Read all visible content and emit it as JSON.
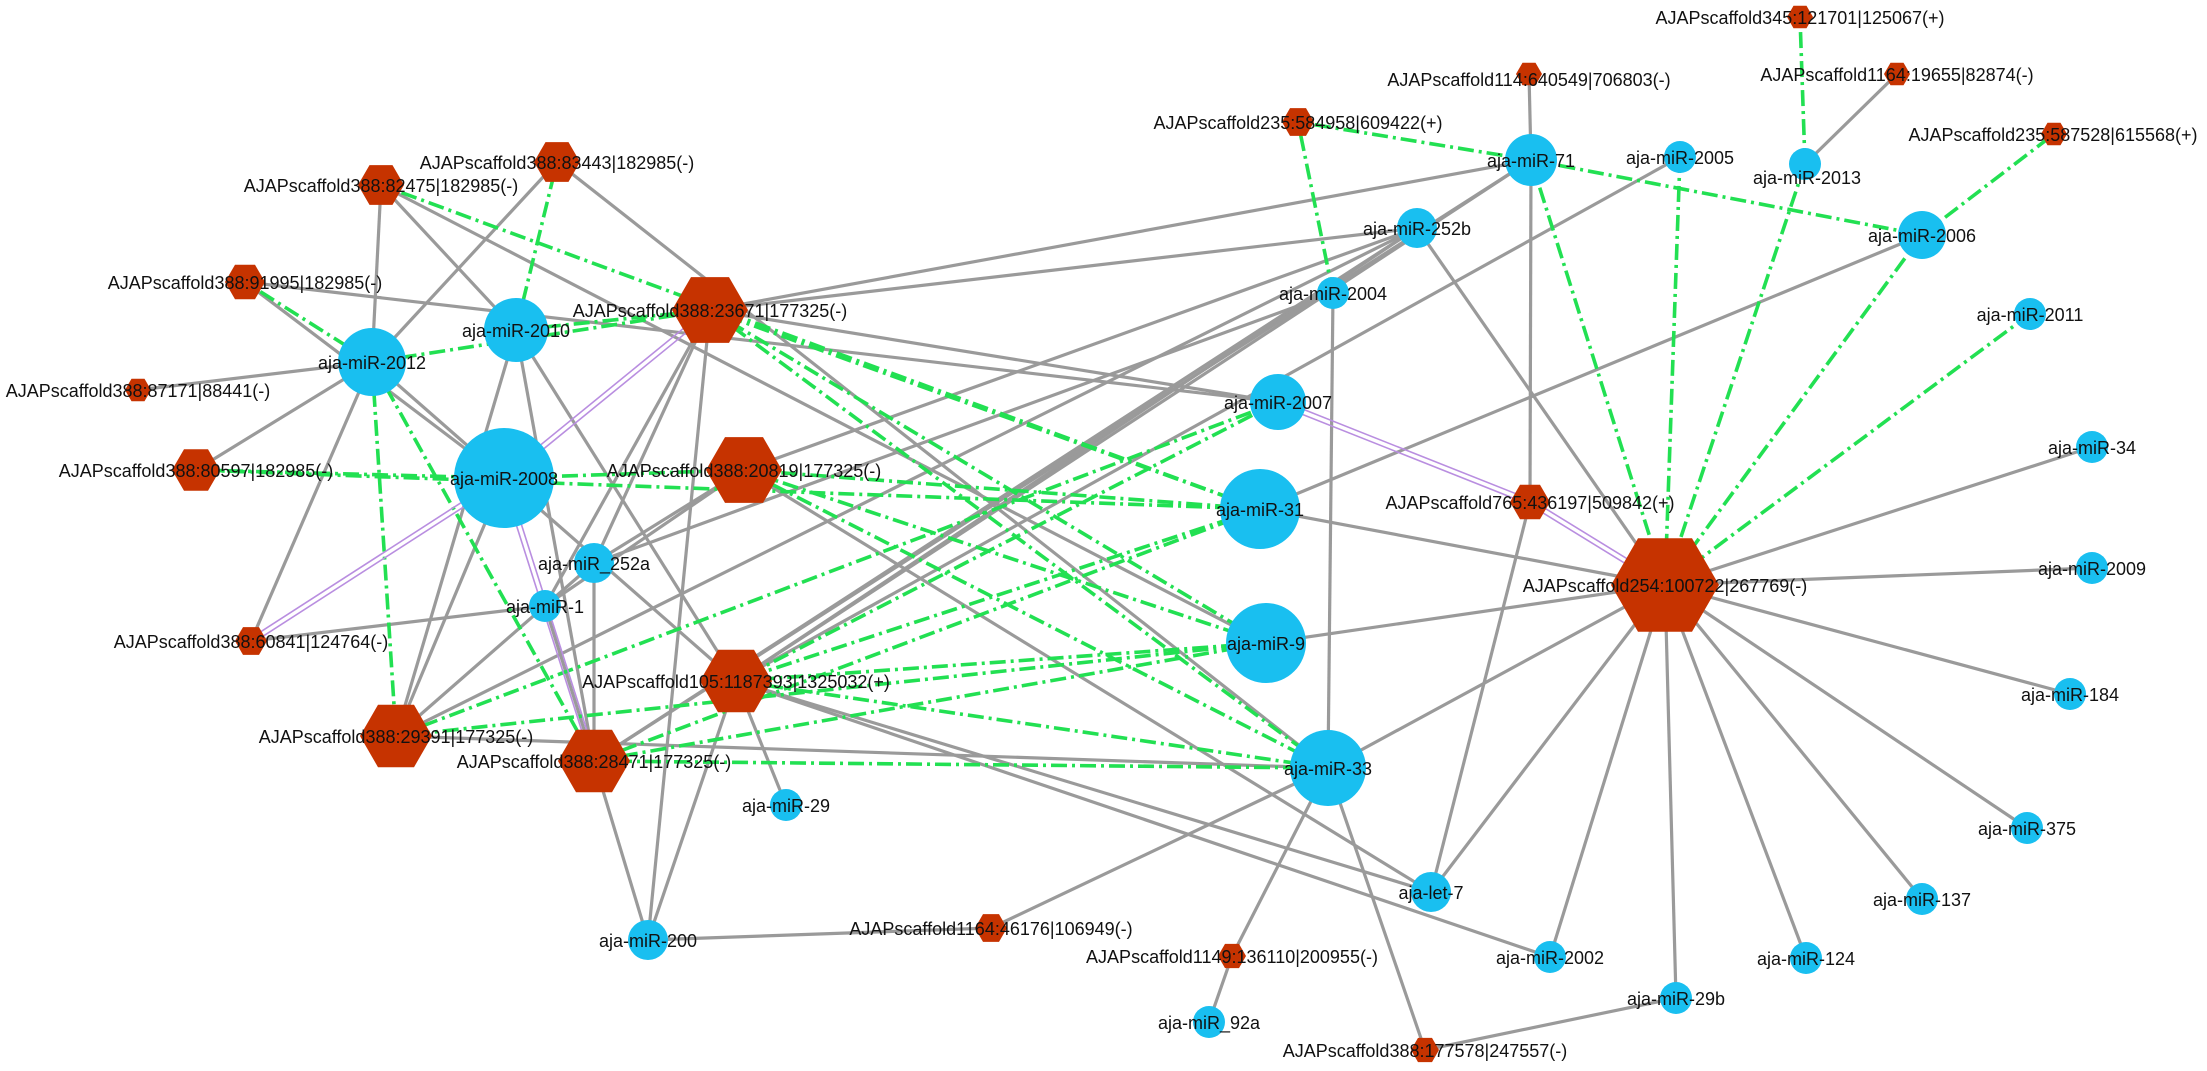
{
  "colors": {
    "mirna_node": "#19bff0",
    "scaffold_node": "#c63300",
    "gray_edge": "#9a9a9a",
    "green_edge": "#22e052",
    "purple_edge": "#b98ee0",
    "label": "#111111"
  },
  "node_shapes": {
    "mirna": "circle",
    "scaffold": "hexagon"
  },
  "edge_styles": {
    "gray": "solid",
    "green": "dash-dot",
    "purple": "double-line"
  },
  "nodes": [
    {
      "id": "m71",
      "label": "aja-miR-71",
      "kind": "mirna"
    },
    {
      "id": "m2005",
      "label": "aja-miR-2005",
      "kind": "mirna"
    },
    {
      "id": "m2013",
      "label": "aja-miR-2013",
      "kind": "mirna"
    },
    {
      "id": "m2006",
      "label": "aja-miR-2006",
      "kind": "mirna"
    },
    {
      "id": "m252b",
      "label": "aja-miR-252b",
      "kind": "mirna"
    },
    {
      "id": "m2004",
      "label": "aja-miR-2004",
      "kind": "mirna"
    },
    {
      "id": "m2011",
      "label": "aja-miR-2011",
      "kind": "mirna"
    },
    {
      "id": "m2010",
      "label": "aja-miR-2010",
      "kind": "mirna"
    },
    {
      "id": "m2012",
      "label": "aja-miR-2012",
      "kind": "mirna"
    },
    {
      "id": "m2007",
      "label": "aja-miR-2007",
      "kind": "mirna"
    },
    {
      "id": "m34",
      "label": "aja-miR-34",
      "kind": "mirna"
    },
    {
      "id": "m2008",
      "label": "aja-miR-2008",
      "kind": "mirna"
    },
    {
      "id": "m31",
      "label": "aja-miR-31",
      "kind": "mirna"
    },
    {
      "id": "m252a",
      "label": "aja-miR_252a",
      "kind": "mirna"
    },
    {
      "id": "m2009",
      "label": "aja-miR-2009",
      "kind": "mirna"
    },
    {
      "id": "m1",
      "label": "aja-miR-1",
      "kind": "mirna"
    },
    {
      "id": "m9",
      "label": "aja-miR-9",
      "kind": "mirna"
    },
    {
      "id": "m184",
      "label": "aja-miR-184",
      "kind": "mirna"
    },
    {
      "id": "m33",
      "label": "aja-miR-33",
      "kind": "mirna"
    },
    {
      "id": "m29",
      "label": "aja-miR-29",
      "kind": "mirna"
    },
    {
      "id": "m375",
      "label": "aja-miR-375",
      "kind": "mirna"
    },
    {
      "id": "let7",
      "label": "aja-let-7",
      "kind": "mirna"
    },
    {
      "id": "m137",
      "label": "aja-miR-137",
      "kind": "mirna"
    },
    {
      "id": "m200",
      "label": "aja-miR-200",
      "kind": "mirna"
    },
    {
      "id": "m2002",
      "label": "aja-miR-2002",
      "kind": "mirna"
    },
    {
      "id": "m124",
      "label": "aja-miR-124",
      "kind": "mirna"
    },
    {
      "id": "m29b",
      "label": "aja-miR-29b",
      "kind": "mirna"
    },
    {
      "id": "m92a",
      "label": "aja-miR_92a",
      "kind": "mirna"
    },
    {
      "id": "s345",
      "label": "AJAPscaffold345:121701|125067(+)",
      "kind": "scaffold"
    },
    {
      "id": "s114",
      "label": "AJAPscaffold114:640549|706803(-)",
      "kind": "scaffold"
    },
    {
      "id": "s1164a",
      "label": "AJAPscaffold1164:19655|82874(-)",
      "kind": "scaffold"
    },
    {
      "id": "s235a",
      "label": "AJAPscaffold235:584958|609422(+)",
      "kind": "scaffold"
    },
    {
      "id": "s235b",
      "label": "AJAPscaffold235:587528|615568(+)",
      "kind": "scaffold"
    },
    {
      "id": "s388_83443",
      "label": "AJAPscaffold388:83443|182985(-)",
      "kind": "scaffold"
    },
    {
      "id": "s388_82475",
      "label": "AJAPscaffold388:82475|182985(-)",
      "kind": "scaffold"
    },
    {
      "id": "s388_91995",
      "label": "AJAPscaffold388:91995|182985(-)",
      "kind": "scaffold"
    },
    {
      "id": "s388_23671",
      "label": "AJAPscaffold388:23671|177325(-)",
      "kind": "scaffold"
    },
    {
      "id": "s388_87171",
      "label": "AJAPscaffold388:87171|88441(-)",
      "kind": "scaffold"
    },
    {
      "id": "s388_80597",
      "label": "AJAPscaffold388:80597|182985(-)",
      "kind": "scaffold"
    },
    {
      "id": "s388_20819",
      "label": "AJAPscaffold388:20819|177325(-)",
      "kind": "scaffold"
    },
    {
      "id": "s765",
      "label": "AJAPscaffold765:436197|509842(+)",
      "kind": "scaffold"
    },
    {
      "id": "s254",
      "label": "AJAPscaffold254:100722|267769(-)",
      "kind": "scaffold"
    },
    {
      "id": "s388_60841",
      "label": "AJAPscaffold388:60841|124764(-)",
      "kind": "scaffold"
    },
    {
      "id": "s105",
      "label": "AJAPscaffold105:1187393|1325032(+)",
      "kind": "scaffold"
    },
    {
      "id": "s388_29391",
      "label": "AJAPscaffold388:29391|177325(-)",
      "kind": "scaffold"
    },
    {
      "id": "s388_28471",
      "label": "AJAPscaffold388:28471|177325(-)",
      "kind": "scaffold"
    },
    {
      "id": "s1164b",
      "label": "AJAPscaffold1164:46176|106949(-)",
      "kind": "scaffold"
    },
    {
      "id": "s1149",
      "label": "AJAPscaffold1149:136110|200955(-)",
      "kind": "scaffold"
    },
    {
      "id": "s388_177578",
      "label": "AJAPscaffold388:177578|247557(-)",
      "kind": "scaffold"
    }
  ],
  "edges": [
    {
      "source": "m71",
      "target": "s114",
      "style": "gray"
    },
    {
      "source": "m71",
      "target": "s765",
      "style": "gray"
    },
    {
      "source": "m71",
      "target": "s388_28471",
      "style": "gray"
    },
    {
      "source": "m71",
      "target": "s105",
      "style": "gray"
    },
    {
      "source": "m71",
      "target": "s388_23671",
      "style": "gray"
    },
    {
      "source": "m71",
      "target": "s235a",
      "style": "green"
    },
    {
      "source": "m71",
      "target": "m2006",
      "style": "green"
    },
    {
      "source": "m71",
      "target": "s254",
      "style": "green"
    },
    {
      "source": "m2005",
      "target": "s254",
      "style": "green"
    },
    {
      "source": "m2005",
      "target": "s105",
      "style": "gray"
    },
    {
      "source": "m2013",
      "target": "s345",
      "style": "green"
    },
    {
      "source": "m2013",
      "target": "s1164a",
      "style": "gray"
    },
    {
      "source": "m2013",
      "target": "s254",
      "style": "green"
    },
    {
      "source": "m2006",
      "target": "s235b",
      "style": "green"
    },
    {
      "source": "m2006",
      "target": "s254",
      "style": "green"
    },
    {
      "source": "m2006",
      "target": "m31",
      "style": "gray"
    },
    {
      "source": "m252b",
      "target": "s388_23671",
      "style": "gray"
    },
    {
      "source": "m252b",
      "target": "s388_20819",
      "style": "gray"
    },
    {
      "source": "m252b",
      "target": "s105",
      "style": "gray"
    },
    {
      "source": "m252b",
      "target": "s388_28471",
      "style": "gray"
    },
    {
      "source": "m252b",
      "target": "s388_29391",
      "style": "gray"
    },
    {
      "source": "m252b",
      "target": "s254",
      "style": "gray"
    },
    {
      "source": "m2004",
      "target": "s235a",
      "style": "green"
    },
    {
      "source": "m2004",
      "target": "m252a",
      "style": "gray"
    },
    {
      "source": "m2004",
      "target": "m33",
      "style": "gray"
    },
    {
      "source": "m2011",
      "target": "s254",
      "style": "green"
    },
    {
      "source": "m2010",
      "target": "s388_82475",
      "style": "gray"
    },
    {
      "source": "m2010",
      "target": "s388_83443",
      "style": "green"
    },
    {
      "source": "m2010",
      "target": "s388_23671",
      "style": "green"
    },
    {
      "source": "m2010",
      "target": "s105",
      "style": "gray"
    },
    {
      "source": "m2010",
      "target": "s388_29391",
      "style": "gray"
    },
    {
      "source": "m2010",
      "target": "s388_28471",
      "style": "gray"
    },
    {
      "source": "m2012",
      "target": "s388_91995",
      "style": "green"
    },
    {
      "source": "m2012",
      "target": "s388_82475",
      "style": "gray"
    },
    {
      "source": "m2012",
      "target": "s388_87171",
      "style": "gray"
    },
    {
      "source": "m2012",
      "target": "s388_80597",
      "style": "gray"
    },
    {
      "source": "m2012",
      "target": "s388_60841",
      "style": "gray"
    },
    {
      "source": "m2012",
      "target": "s388_83443",
      "style": "gray"
    },
    {
      "source": "m2012",
      "target": "s388_29391",
      "style": "green"
    },
    {
      "source": "m2012",
      "target": "s388_28471",
      "style": "green"
    },
    {
      "source": "m2012",
      "target": "s388_23671",
      "style": "green"
    },
    {
      "source": "m2012",
      "target": "s105",
      "style": "gray"
    },
    {
      "source": "m2007",
      "target": "s388_23671",
      "style": "gray"
    },
    {
      "source": "m2007",
      "target": "s765",
      "style": "purple"
    },
    {
      "source": "m2007",
      "target": "s388_29391",
      "style": "green"
    },
    {
      "source": "m2007",
      "target": "s105",
      "style": "green"
    },
    {
      "source": "m2007",
      "target": "s388_91995",
      "style": "gray"
    },
    {
      "source": "m34",
      "target": "s254",
      "style": "gray"
    },
    {
      "source": "m2008",
      "target": "s388_80597",
      "style": "green"
    },
    {
      "source": "m2008",
      "target": "s388_91995",
      "style": "gray"
    },
    {
      "source": "m2008",
      "target": "s388_60841",
      "style": "purple"
    },
    {
      "source": "m2008",
      "target": "s388_28471",
      "style": "purple"
    },
    {
      "source": "m2008",
      "target": "s388_29391",
      "style": "gray"
    },
    {
      "source": "m2008",
      "target": "s388_20819",
      "style": "green"
    },
    {
      "source": "m2008",
      "target": "s388_23671",
      "style": "purple"
    },
    {
      "source": "m31",
      "target": "s388_20819",
      "style": "green"
    },
    {
      "source": "m31",
      "target": "s388_23671",
      "style": "green"
    },
    {
      "source": "m31",
      "target": "s105",
      "style": "green"
    },
    {
      "source": "m31",
      "target": "s388_28471",
      "style": "green"
    },
    {
      "source": "m31",
      "target": "s388_80597",
      "style": "green"
    },
    {
      "source": "m31",
      "target": "s388_82475",
      "style": "green"
    },
    {
      "source": "m31",
      "target": "s254",
      "style": "gray"
    },
    {
      "source": "m252a",
      "target": "s388_20819",
      "style": "gray"
    },
    {
      "source": "m252a",
      "target": "s388_23671",
      "style": "gray"
    },
    {
      "source": "m252a",
      "target": "s388_28471",
      "style": "gray"
    },
    {
      "source": "m252a",
      "target": "s388_29391",
      "style": "gray"
    },
    {
      "source": "m2009",
      "target": "s254",
      "style": "gray"
    },
    {
      "source": "m1",
      "target": "s388_23671",
      "style": "gray"
    },
    {
      "source": "m1",
      "target": "s388_20819",
      "style": "gray"
    },
    {
      "source": "m1",
      "target": "s388_60841",
      "style": "gray"
    },
    {
      "source": "m1",
      "target": "s388_28471",
      "style": "gray"
    },
    {
      "source": "m9",
      "target": "s388_20819",
      "style": "green"
    },
    {
      "source": "m9",
      "target": "s105",
      "style": "green"
    },
    {
      "source": "m9",
      "target": "s388_28471",
      "style": "green"
    },
    {
      "source": "m9",
      "target": "s388_29391",
      "style": "green"
    },
    {
      "source": "m9",
      "target": "s388_23671",
      "style": "green"
    },
    {
      "source": "m9",
      "target": "s388_82475",
      "style": "gray"
    },
    {
      "source": "m9",
      "target": "s254",
      "style": "gray"
    },
    {
      "source": "m184",
      "target": "s254",
      "style": "gray"
    },
    {
      "source": "m33",
      "target": "s388_28471",
      "style": "green"
    },
    {
      "source": "m33",
      "target": "s105",
      "style": "green"
    },
    {
      "source": "m33",
      "target": "s388_20819",
      "style": "green"
    },
    {
      "source": "m33",
      "target": "s388_23671",
      "style": "green"
    },
    {
      "source": "m33",
      "target": "s388_29391",
      "style": "gray"
    },
    {
      "source": "m33",
      "target": "s388_83443",
      "style": "gray"
    },
    {
      "source": "m33",
      "target": "s1164b",
      "style": "gray"
    },
    {
      "source": "m33",
      "target": "s1149",
      "style": "gray"
    },
    {
      "source": "m33",
      "target": "s388_177578",
      "style": "gray"
    },
    {
      "source": "m33",
      "target": "s254",
      "style": "gray"
    },
    {
      "source": "m29",
      "target": "s105",
      "style": "gray"
    },
    {
      "source": "m375",
      "target": "s254",
      "style": "gray"
    },
    {
      "source": "let7",
      "target": "s765",
      "style": "gray"
    },
    {
      "source": "let7",
      "target": "s105",
      "style": "gray"
    },
    {
      "source": "let7",
      "target": "s388_20819",
      "style": "gray"
    },
    {
      "source": "let7",
      "target": "s254",
      "style": "gray"
    },
    {
      "source": "m137",
      "target": "s254",
      "style": "gray"
    },
    {
      "source": "m200",
      "target": "s388_28471",
      "style": "gray"
    },
    {
      "source": "m200",
      "target": "s105",
      "style": "gray"
    },
    {
      "source": "m200",
      "target": "s388_23671",
      "style": "gray"
    },
    {
      "source": "m200",
      "target": "s1164b",
      "style": "gray"
    },
    {
      "source": "m2002",
      "target": "s254",
      "style": "gray"
    },
    {
      "source": "m2002",
      "target": "s105",
      "style": "gray"
    },
    {
      "source": "m124",
      "target": "s254",
      "style": "gray"
    },
    {
      "source": "m29b",
      "target": "s254",
      "style": "gray"
    },
    {
      "source": "m29b",
      "target": "s388_177578",
      "style": "gray"
    },
    {
      "source": "m92a",
      "target": "s1149",
      "style": "gray"
    },
    {
      "source": "s765",
      "target": "s254",
      "style": "purple"
    }
  ]
}
